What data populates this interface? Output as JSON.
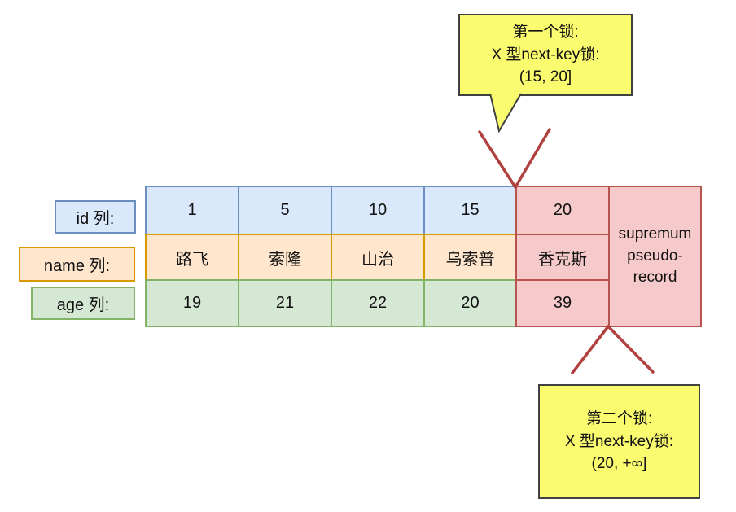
{
  "callouts": {
    "first": {
      "line1": "第一个锁:",
      "line2": "X 型next-key锁:",
      "line3": "(15, 20]"
    },
    "second": {
      "line1": "第二个锁:",
      "line2": "X 型next-key锁:",
      "line3": "(20, +∞]"
    }
  },
  "row_labels": {
    "id": "id 列:",
    "name": "name 列:",
    "age": "age 列:"
  },
  "table": {
    "id_values": [
      "1",
      "5",
      "10",
      "15",
      "20"
    ],
    "name_values": [
      "路飞",
      "索隆",
      "山治",
      "乌索普",
      "香克斯"
    ],
    "age_values": [
      "19",
      "21",
      "22",
      "20",
      "39"
    ],
    "supremum": "supremum pseudo-record"
  },
  "colors": {
    "background": "#ffffff",
    "blue_fill": "#dae8fc",
    "blue_border": "#6c8ebf",
    "orange_fill": "#ffe6cc",
    "orange_border": "#d79b00",
    "green_fill": "#d5e8d4",
    "green_border": "#82b366",
    "red_fill": "#f6caca",
    "red_border": "#b85450",
    "yellow_fill": "#fbfb6f",
    "callout_border": "#404040",
    "pointer_line": "#b0413e"
  }
}
